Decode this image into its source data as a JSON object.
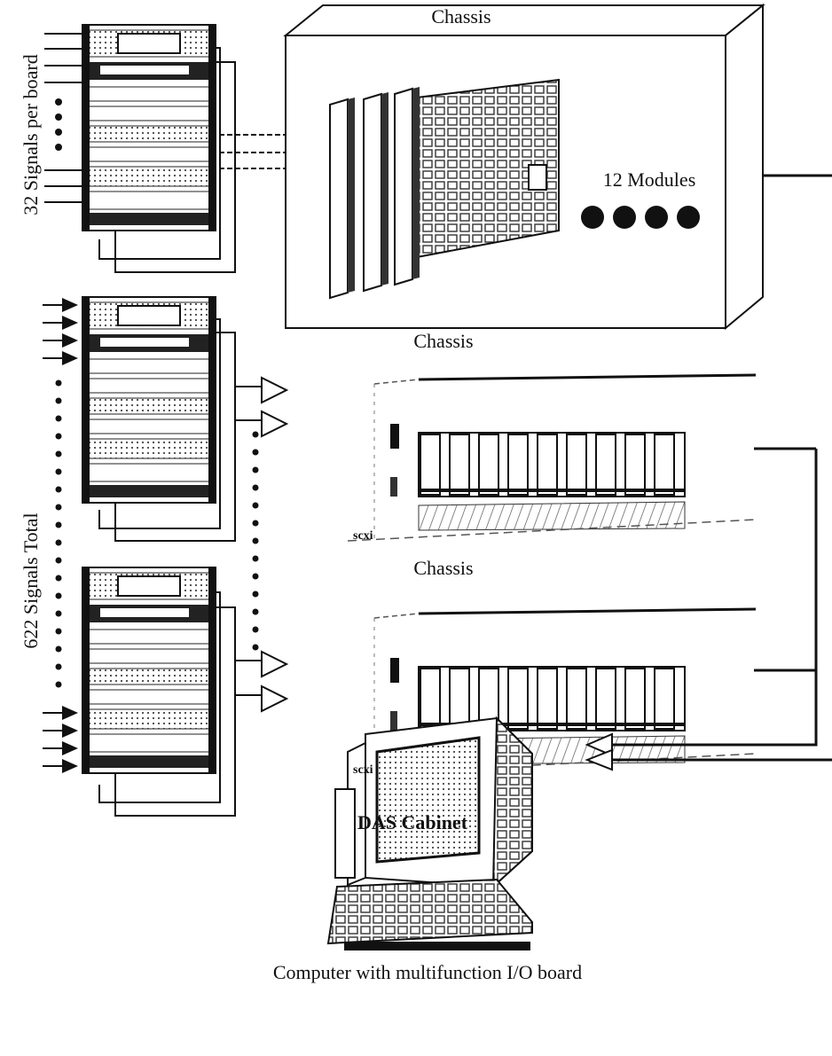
{
  "labels": {
    "chassis_1": "Chassis",
    "chassis_2": "Chassis",
    "chassis_3": "Chassis",
    "modules": "12 Modules",
    "signals_per_board": "32 Signals per board",
    "signals_total": "622 Signals Total",
    "das_cabinet": "DAS Cabinet",
    "computer": "Computer with multifunction I/O board",
    "scxi_1": "scxi",
    "scxi_2": "scxi"
  },
  "colors": {
    "ink": "#111111",
    "paper": "#ffffff",
    "shade": "#d9d9d9"
  }
}
